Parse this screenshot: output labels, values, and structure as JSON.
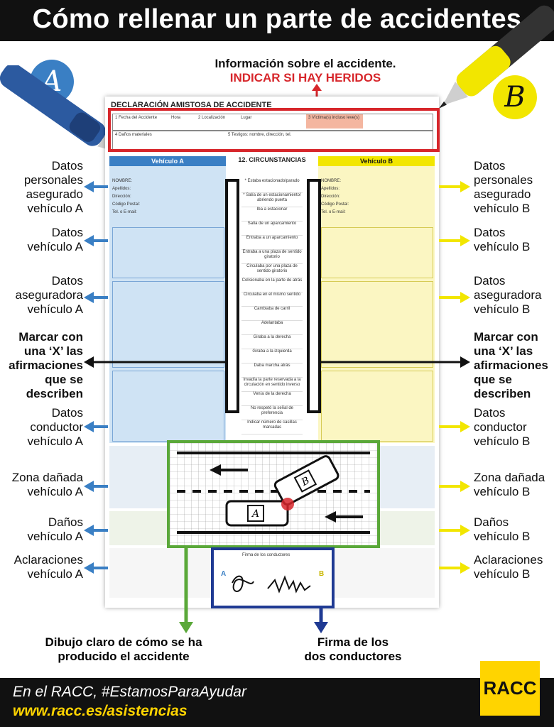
{
  "title": "Cómo rellenar un parte de accidentes",
  "header_info": {
    "line1": "Información sobre el accidente.",
    "line2": "INDICAR SI HAY HERIDOS"
  },
  "badges": {
    "a": "A",
    "b": "B"
  },
  "form": {
    "title": "DECLARACIÓN AMISTOSA DE ACCIDENTE",
    "vehicle_a": "Vehículo A",
    "vehicle_b": "Vehículo B",
    "circumstances": "12. CIRCUNSTANCIAS",
    "row1": [
      "1  Fecha del Accidente",
      "Hora",
      "2  Localización",
      "Lugar",
      "3  Víctima(s) incluso leve(s)"
    ],
    "row2": [
      "4  Daños materiales",
      "5  Testigos: nombre, dirección, tel."
    ],
    "field_names": [
      "NOMBRE:",
      "Apellidos:",
      "Dirección:",
      "Código Postal:",
      "Tel. o E-mail:"
    ],
    "circumstance_items": [
      "* Estaba estacionado/parado",
      "* Salía de un estacionamiento/ abriendo puerta",
      "Iba a estacionar",
      "Salía de un aparcamiento",
      "Entraba a un aparcamiento",
      "Entraba a una plaza de sentido giratorio",
      "Circulaba por una plaza de sentido giratorio",
      "Colisionaba en la parte de atrás",
      "Circulaba en el mismo sentido",
      "Cambiaba de carril",
      "Adelantaba",
      "Giraba a la derecha",
      "Giraba a la izquierda",
      "Daba marcha atrás",
      "Invadía la parte reservada a la circulación en sentido inverso",
      "Venía de la derecha",
      "No respetó la señal de preferencia",
      "Indicar número de casillas marcadas"
    ],
    "signature_box": "Firma de los conductores"
  },
  "left_labels": [
    "Datos\npersonales\nasegurado\nvehículo A",
    "Datos\nvehículo A",
    "Datos\naseguradora\nvehículo A",
    "Marcar con\nuna ‘X’ las\nafirmaciones\nque se\ndescriben",
    "Datos\nconductor\nvehículo A",
    "Zona dañada\nvehículo A",
    "Daños\nvehículo A",
    "Aclaraciones\nvehículo A"
  ],
  "right_labels": [
    "Datos\npersonales\nasegurado\nvehículo B",
    "Datos\nvehículo B",
    "Datos\naseguradora\nvehículo B",
    "Marcar con\nuna ‘X’ las\nafirmaciones\nque se\ndescriben",
    "Datos\nconductor\nvehículo B",
    "Zona dañada\nvehículo B",
    "Daños\nvehículo B",
    "Aclaraciones\nvehículo B"
  ],
  "bottom_callouts": {
    "drawing": "Dibujo claro de cómo se ha\nproducido el accidente",
    "signatures": "Firma de los\ndos conductores"
  },
  "footer": {
    "line1": "En el RACC, #EstamosParaAyudar",
    "line2": "www.racc.es/asistencias",
    "logo": "RACC"
  },
  "colors": {
    "blue_accent": "#3a7fc4",
    "yellow_accent": "#f2e600",
    "red_box": "#d7262b",
    "green_box": "#5aa839",
    "navy_box": "#1f3a93",
    "form_blue": "#cfe3f4",
    "form_yellow": "#fbf6c2"
  }
}
